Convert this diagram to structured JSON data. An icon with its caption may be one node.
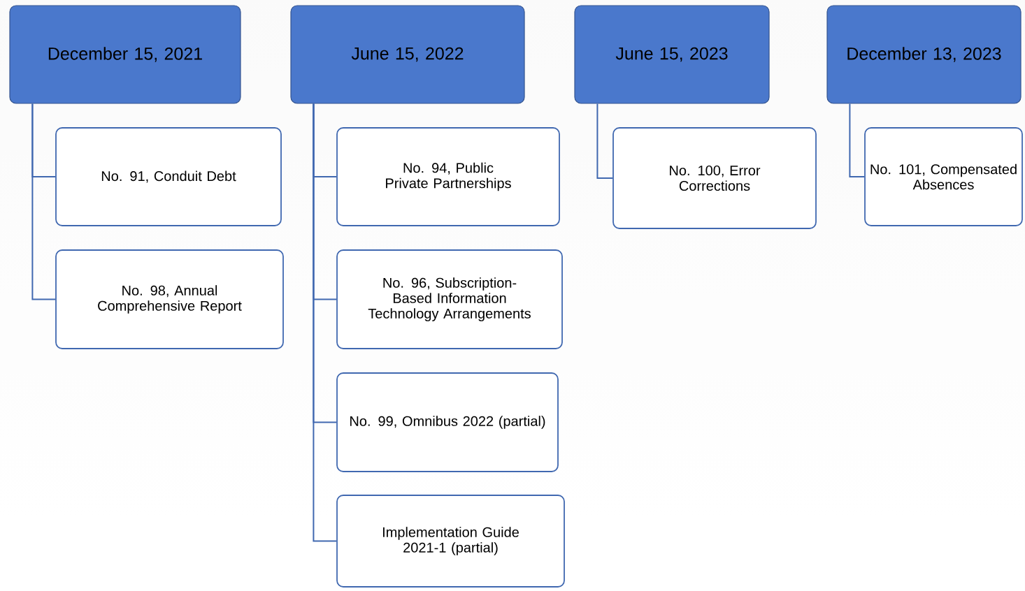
{
  "diagram": {
    "nodes": [
      {
        "text": [
          "December 15, 2021"
        ]
      },
      {
        "text": [
          "No. 91, Conduit Debt"
        ]
      },
      {
        "text": [
          "No. 98, Annual Comprehensive Report"
        ]
      },
      {
        "text": [
          "June 15, 2022"
        ]
      },
      {
        "text": [
          "No. 94, Public Private Partnerships"
        ]
      },
      {
        "text": [
          "No. 96, Subscription-Based Information Technology Arrangements"
        ]
      },
      {
        "text": [
          "No. 99, Omnibus 2022 (partial)"
        ]
      },
      {
        "text": [
          "Implementation Guide 2021-1 (partial)"
        ]
      },
      {
        "text": [
          "June 15, 2023"
        ]
      },
      {
        "text": [
          "No. 100, Error Corrections"
        ]
      },
      {
        "text": [
          "December 13, 2023"
        ]
      },
      {
        "text": [
          "No. 101, Compensated Absences"
        ]
      }
    ],
    "edges": [
      {
        "from": 0,
        "to": 1,
        "arrow": "none"
      },
      {
        "from": 0,
        "to": 2,
        "arrow": "none"
      },
      {
        "from": 3,
        "to": 4,
        "arrow": "none"
      },
      {
        "from": 3,
        "to": 5,
        "arrow": "none"
      },
      {
        "from": 3,
        "to": 6,
        "arrow": "none"
      },
      {
        "from": 3,
        "to": 7,
        "arrow": "none"
      },
      {
        "from": 8,
        "to": 9,
        "arrow": "none"
      },
      {
        "from": 10,
        "to": 11,
        "arrow": "none"
      }
    ]
  }
}
